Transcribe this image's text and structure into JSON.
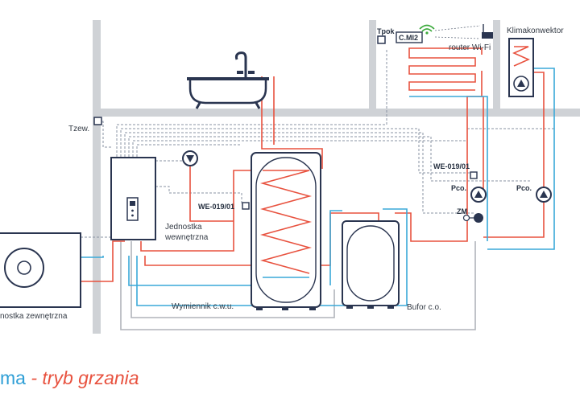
{
  "labels": {
    "tzew": "Tzew.",
    "tpok": "Tpok",
    "cmi2": "C.MI2",
    "router": "router Wi-Fi",
    "klimakonwektor": "Klimakonwektor",
    "we_top": "WE-019/01",
    "we_left": "WE-019/01",
    "pco1": "Pco.",
    "pco2": "Pco.",
    "zm": "ZM",
    "jednostka_line1": "Jednostka",
    "jednostka_line2": "wewnętrzna",
    "wymiennik": "Wymiennik c.w.u.",
    "bufor": "Bufor c.o.",
    "outdoor": "nostka zewnętrzna"
  },
  "caption": {
    "part1": "ma",
    "separator": " - ",
    "part2": "tryb grzania"
  },
  "colors": {
    "hot": "#e8523f",
    "cold": "#3aa9d8",
    "return_grey": "#b0b4ba",
    "device_outline": "#2a3550",
    "caption_blue": "#2f9fd6",
    "caption_red": "#e8523f"
  }
}
